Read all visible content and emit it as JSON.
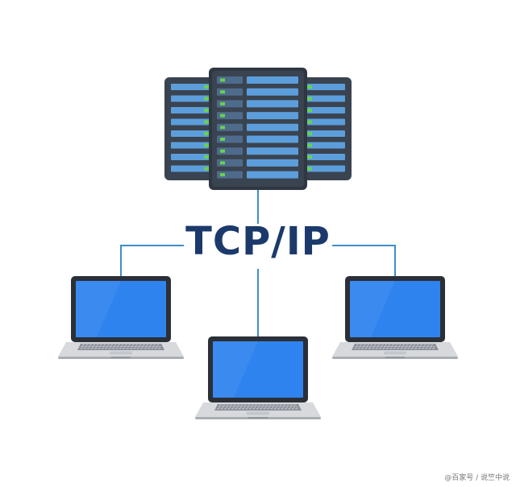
{
  "diagram": {
    "center_label": "TCP/IP",
    "colors": {
      "connector": "#3c8fc8",
      "server_body": "#3a4350",
      "server_body_light": "#4a5563",
      "drive_slot": "#5c9edb",
      "drive_led": "#66d24d",
      "screen": "#2f83ef",
      "laptop_bezel": "#2b2f36",
      "laptop_base": "#d7d9dd",
      "label": "#1b3a6b"
    },
    "nodes": [
      {
        "id": "server-rack",
        "icon": "server-rack-icon"
      },
      {
        "id": "laptop-left",
        "icon": "laptop-icon"
      },
      {
        "id": "laptop-center",
        "icon": "laptop-icon"
      },
      {
        "id": "laptop-right",
        "icon": "laptop-icon"
      }
    ]
  },
  "watermark": "@百家号 / 说竺中说"
}
